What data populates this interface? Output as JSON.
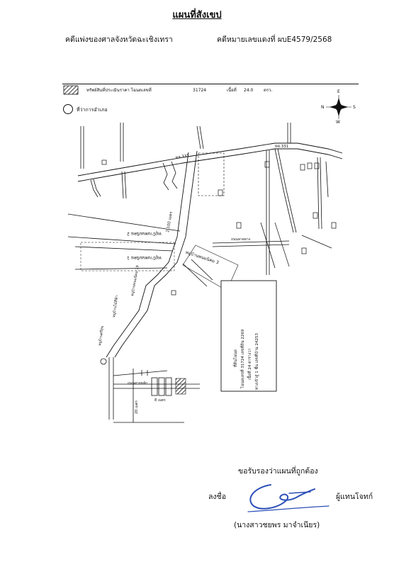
{
  "header": {
    "title": "แผนที่สังเขป",
    "court": "คดีแพ่งของศาลจังหวัดฉะเชิงเทรา",
    "case_no": "คดีหมายเลขแดงที่ ผบE4579/2568"
  },
  "map": {
    "legend": {
      "property_label": "ทรัพย์สินที่ประเมินราคา โฉนดเลขที่",
      "deed_no": "31724",
      "area_label": "เนื้อที่",
      "area_value": "24.0",
      "area_unit": "ตรว.",
      "office_label": "ที่ว่าการอำเภอ",
      "hatch_icon": "hatched-square-icon",
      "circle_icon": "circle-icon"
    },
    "compass": {
      "n": "N",
      "e": "E",
      "s": "S",
      "w": "W"
    },
    "roads": {
      "main_left": "ทล.331",
      "main_right": "ทล.331",
      "distance": "2,100 เมตร",
      "soi_2": "หมู่บ้านพนมนิคม 2",
      "soi_1": "หมู่บ้านพนมนิคม 1",
      "soi_3": "หมู่บ้านพนมนิคม 3",
      "soi_19": "หมู่บ้านพนมนิคม 19",
      "road_small": "ถนนลาดยาง",
      "road_bottom": "ถนนสายหลัก",
      "village_a": "หมู่บ้านไม้สีฟ้า",
      "village_b": "หมู่บ้านศรีสุข"
    },
    "info_box": {
      "line1": "ที่ดินโฉนด",
      "line2": "โฉนดเลขที่ 31724 เลขที่ดิน 2269",
      "line3": "เนื้อที่ 24 ตารางวา",
      "line4": "ทางเข้าสู่ 1 ชั้น เลขที่บ้าน 24253"
    },
    "plot_labels": {
      "width": "8 เมตร",
      "depth": "20 เมตร"
    }
  },
  "footer": {
    "certify": "ขอรับรองว่าแผนที่ถูกต้อง",
    "sign_label": "ลงชื่อ",
    "sign_role": "ผู้แทนโจทก์",
    "sign_name": "(นางสาวชยพร  มาจำเนียร)"
  }
}
